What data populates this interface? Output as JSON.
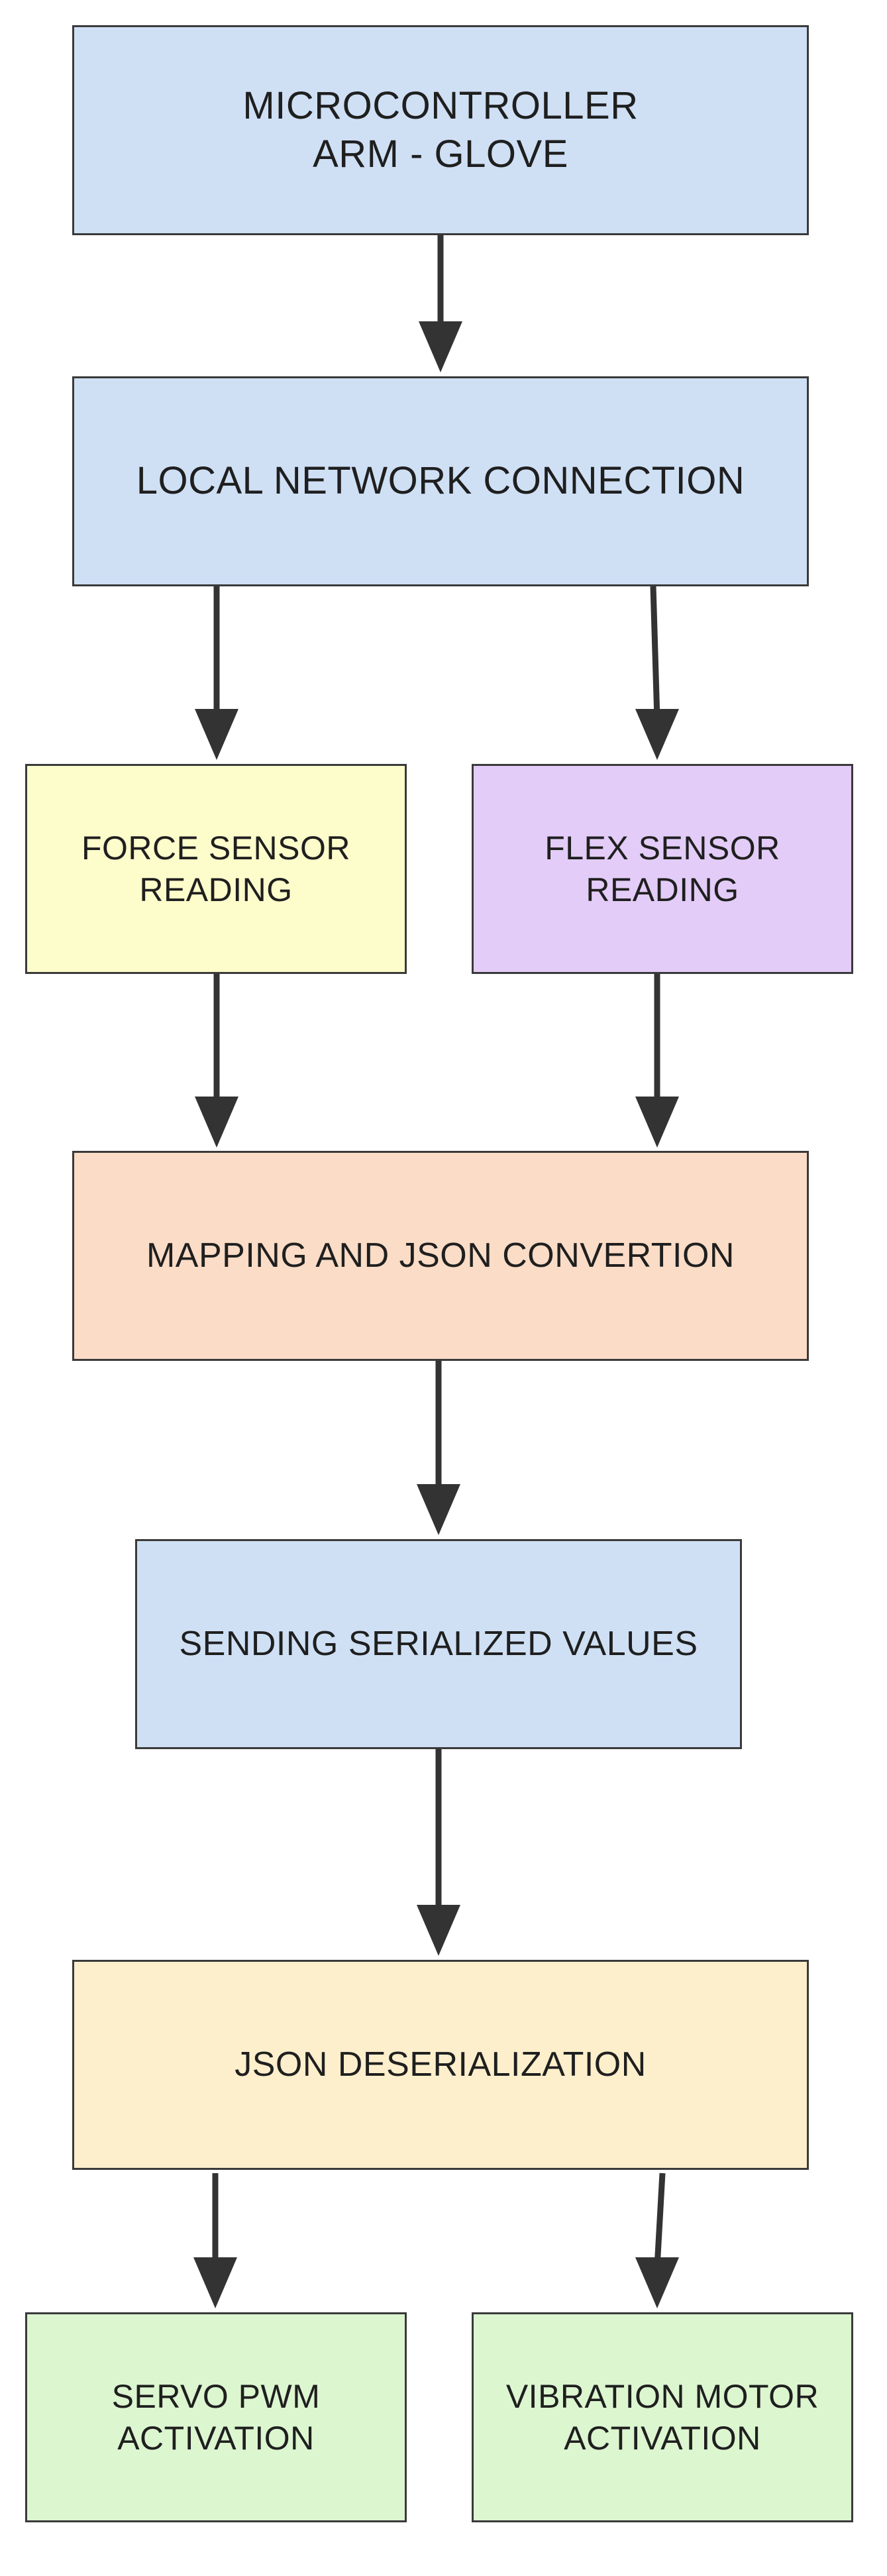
{
  "colors": {
    "blue": "#cfe0f5",
    "yellow": "#fdfccb",
    "purple": "#e3ccf7",
    "orange": "#fbdcc6",
    "light_orange": "#fdefcc",
    "green": "#dcf6d0",
    "border": "#3a3a3a",
    "arrow": "#333333"
  },
  "nodes": [
    {
      "id": "n1",
      "lines": [
        "MICROCONTROLLER",
        "ARM - GLOVE"
      ],
      "color": "blue"
    },
    {
      "id": "n2",
      "lines": [
        "LOCAL NETWORK CONNECTION"
      ],
      "color": "blue"
    },
    {
      "id": "n3",
      "lines": [
        "FORCE SENSOR",
        "READING"
      ],
      "color": "yellow"
    },
    {
      "id": "n4",
      "lines": [
        "FLEX SENSOR",
        "READING"
      ],
      "color": "purple"
    },
    {
      "id": "n5",
      "lines": [
        "MAPPING AND JSON CONVERTION"
      ],
      "color": "orange"
    },
    {
      "id": "n6",
      "lines": [
        "SENDING SERIALIZED VALUES"
      ],
      "color": "blue"
    },
    {
      "id": "n7",
      "lines": [
        "JSON DESERIALIZATION"
      ],
      "color": "light_orange"
    },
    {
      "id": "n8",
      "lines": [
        "SERVO PWM",
        "ACTIVATION"
      ],
      "color": "green"
    },
    {
      "id": "n9",
      "lines": [
        "VIBRATION MOTOR",
        "ACTIVATION"
      ],
      "color": "green"
    }
  ],
  "edges": [
    {
      "from": "n1",
      "to": "n2"
    },
    {
      "from": "n2",
      "to": "n3"
    },
    {
      "from": "n2",
      "to": "n4"
    },
    {
      "from": "n3",
      "to": "n5"
    },
    {
      "from": "n4",
      "to": "n5"
    },
    {
      "from": "n5",
      "to": "n6"
    },
    {
      "from": "n6",
      "to": "n7"
    },
    {
      "from": "n7",
      "to": "n8"
    },
    {
      "from": "n7",
      "to": "n9"
    }
  ]
}
